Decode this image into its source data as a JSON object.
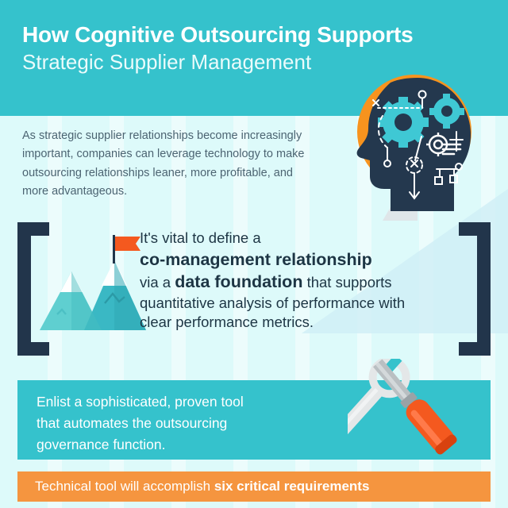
{
  "header": {
    "title_line1": "How Cognitive Outsourcing Supports",
    "title_line2": "Strategic Supplier Management",
    "background_color": "#35c2cc",
    "illustration": "thinking-head-gears-icon"
  },
  "intro": {
    "paragraph": "As strategic supplier relationships become increasingly important, companies can leverage technology to make outsourcing relationships leaner, more profitable, and more advantageous."
  },
  "quote": {
    "line1": "It's vital to define a",
    "emphasis1": "co-management relationship",
    "line2_prefix": "via a ",
    "emphasis2": "data foundation",
    "line2_suffix": " that supports",
    "line3": "quantitative analysis of performance with",
    "line4": "clear performance metrics.",
    "bracket_color": "#22354b",
    "illustration": "mountain-flag-icon"
  },
  "tool_panel": {
    "line1": "Enlist a sophisticated, proven tool",
    "line2": "that automates the outsourcing",
    "line3": "governance function.",
    "background_color": "#35c2cc",
    "illustration": "wrench-screwdriver-icon"
  },
  "footer": {
    "text_plain": "Technical tool will accomplish ",
    "text_bold": "six critical requirements",
    "background_color": "#f5953f"
  },
  "palette": {
    "page_background": "#ddfafa",
    "teal": "#35c2cc",
    "navy": "#22354b",
    "orange": "#f5953f",
    "accent_orange": "#f4591f",
    "body_text": "#4c6472"
  }
}
